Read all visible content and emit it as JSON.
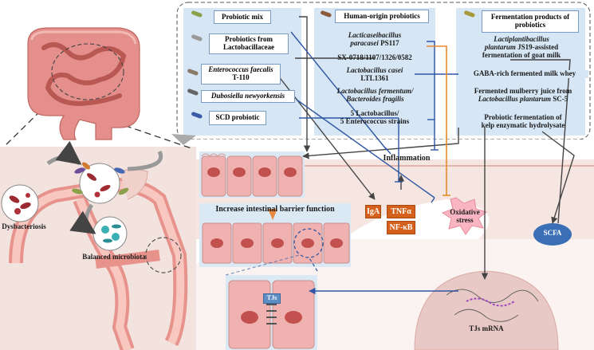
{
  "probiotics": {
    "mix": "Probiotic mix",
    "lactobacillaceae": "Probiotics from Lactobacillaceae",
    "enterococcus": "Enterococcus faecalis",
    "enterococcus_strain": "T-110",
    "dubosiella": "Dubosiella newyorkensis",
    "scd": "SCD probiotic"
  },
  "human_origin": {
    "title": "Human-origin probiotics",
    "l_paracasei_genus": "Lacticaseibacillus",
    "l_paracasei_species": "paracasei",
    "l_paracasei_strain": "PS117",
    "sx_strains": "SX-0718/1107/1326/0582",
    "l_casei": "Lactobacillus casei",
    "l_casei_strain": "LTL1361",
    "fermentum": "Lactobacillus fermentum/",
    "bacteroides": "Bacteroides fragilis",
    "five_lacto": "5 Lactobacillus/",
    "five_entero": "5 Enterococcus strains"
  },
  "fermentation": {
    "title": "Fermentation products of probiotics",
    "lp_line1": "Lactiplantibacillus",
    "lp_line2": "plantarum",
    "lp_strain": "JS19-assisted",
    "lp_line3": "fermentation of goat milk",
    "gaba": "GABA-rich fermented milk whey",
    "mulberry_line1": "Fermented mulberry juice from",
    "mulberry_species": "Lactobacillus plantarum",
    "mulberry_strain": "SC-5",
    "kelp_line1": "Probiotic fermentation of",
    "kelp_line2": "kelp enzymatic hydrolysate"
  },
  "labels": {
    "inflammation": "Inflammation",
    "oxidative_line1": "Oxidative",
    "oxidative_line2": "stress",
    "iga": "IgA",
    "tnf": "TNFα",
    "nfkb": "NF-κB",
    "scfa": "SCFA",
    "barrier": "Increase intestinal barrier function",
    "tjs_mrna": "TJs mRNA",
    "tjs": "TJs",
    "dysbacteriosis": "Dysbacteriosis",
    "balanced": "Balanced microbiota"
  },
  "colors": {
    "panel_blue": "#d6e6f5",
    "tissue_pink": "#f3e3df",
    "cell_pink": "#f0b2b0",
    "nucleus": "#c2504e",
    "blue_arrow": "#2f56a3",
    "orange_arrow": "#e8892b",
    "gray_arrow": "#555555",
    "chip_orange": "#d4601c",
    "scfa_blue": "#3b6fb5",
    "burst_pink": "#f9b6c2"
  }
}
